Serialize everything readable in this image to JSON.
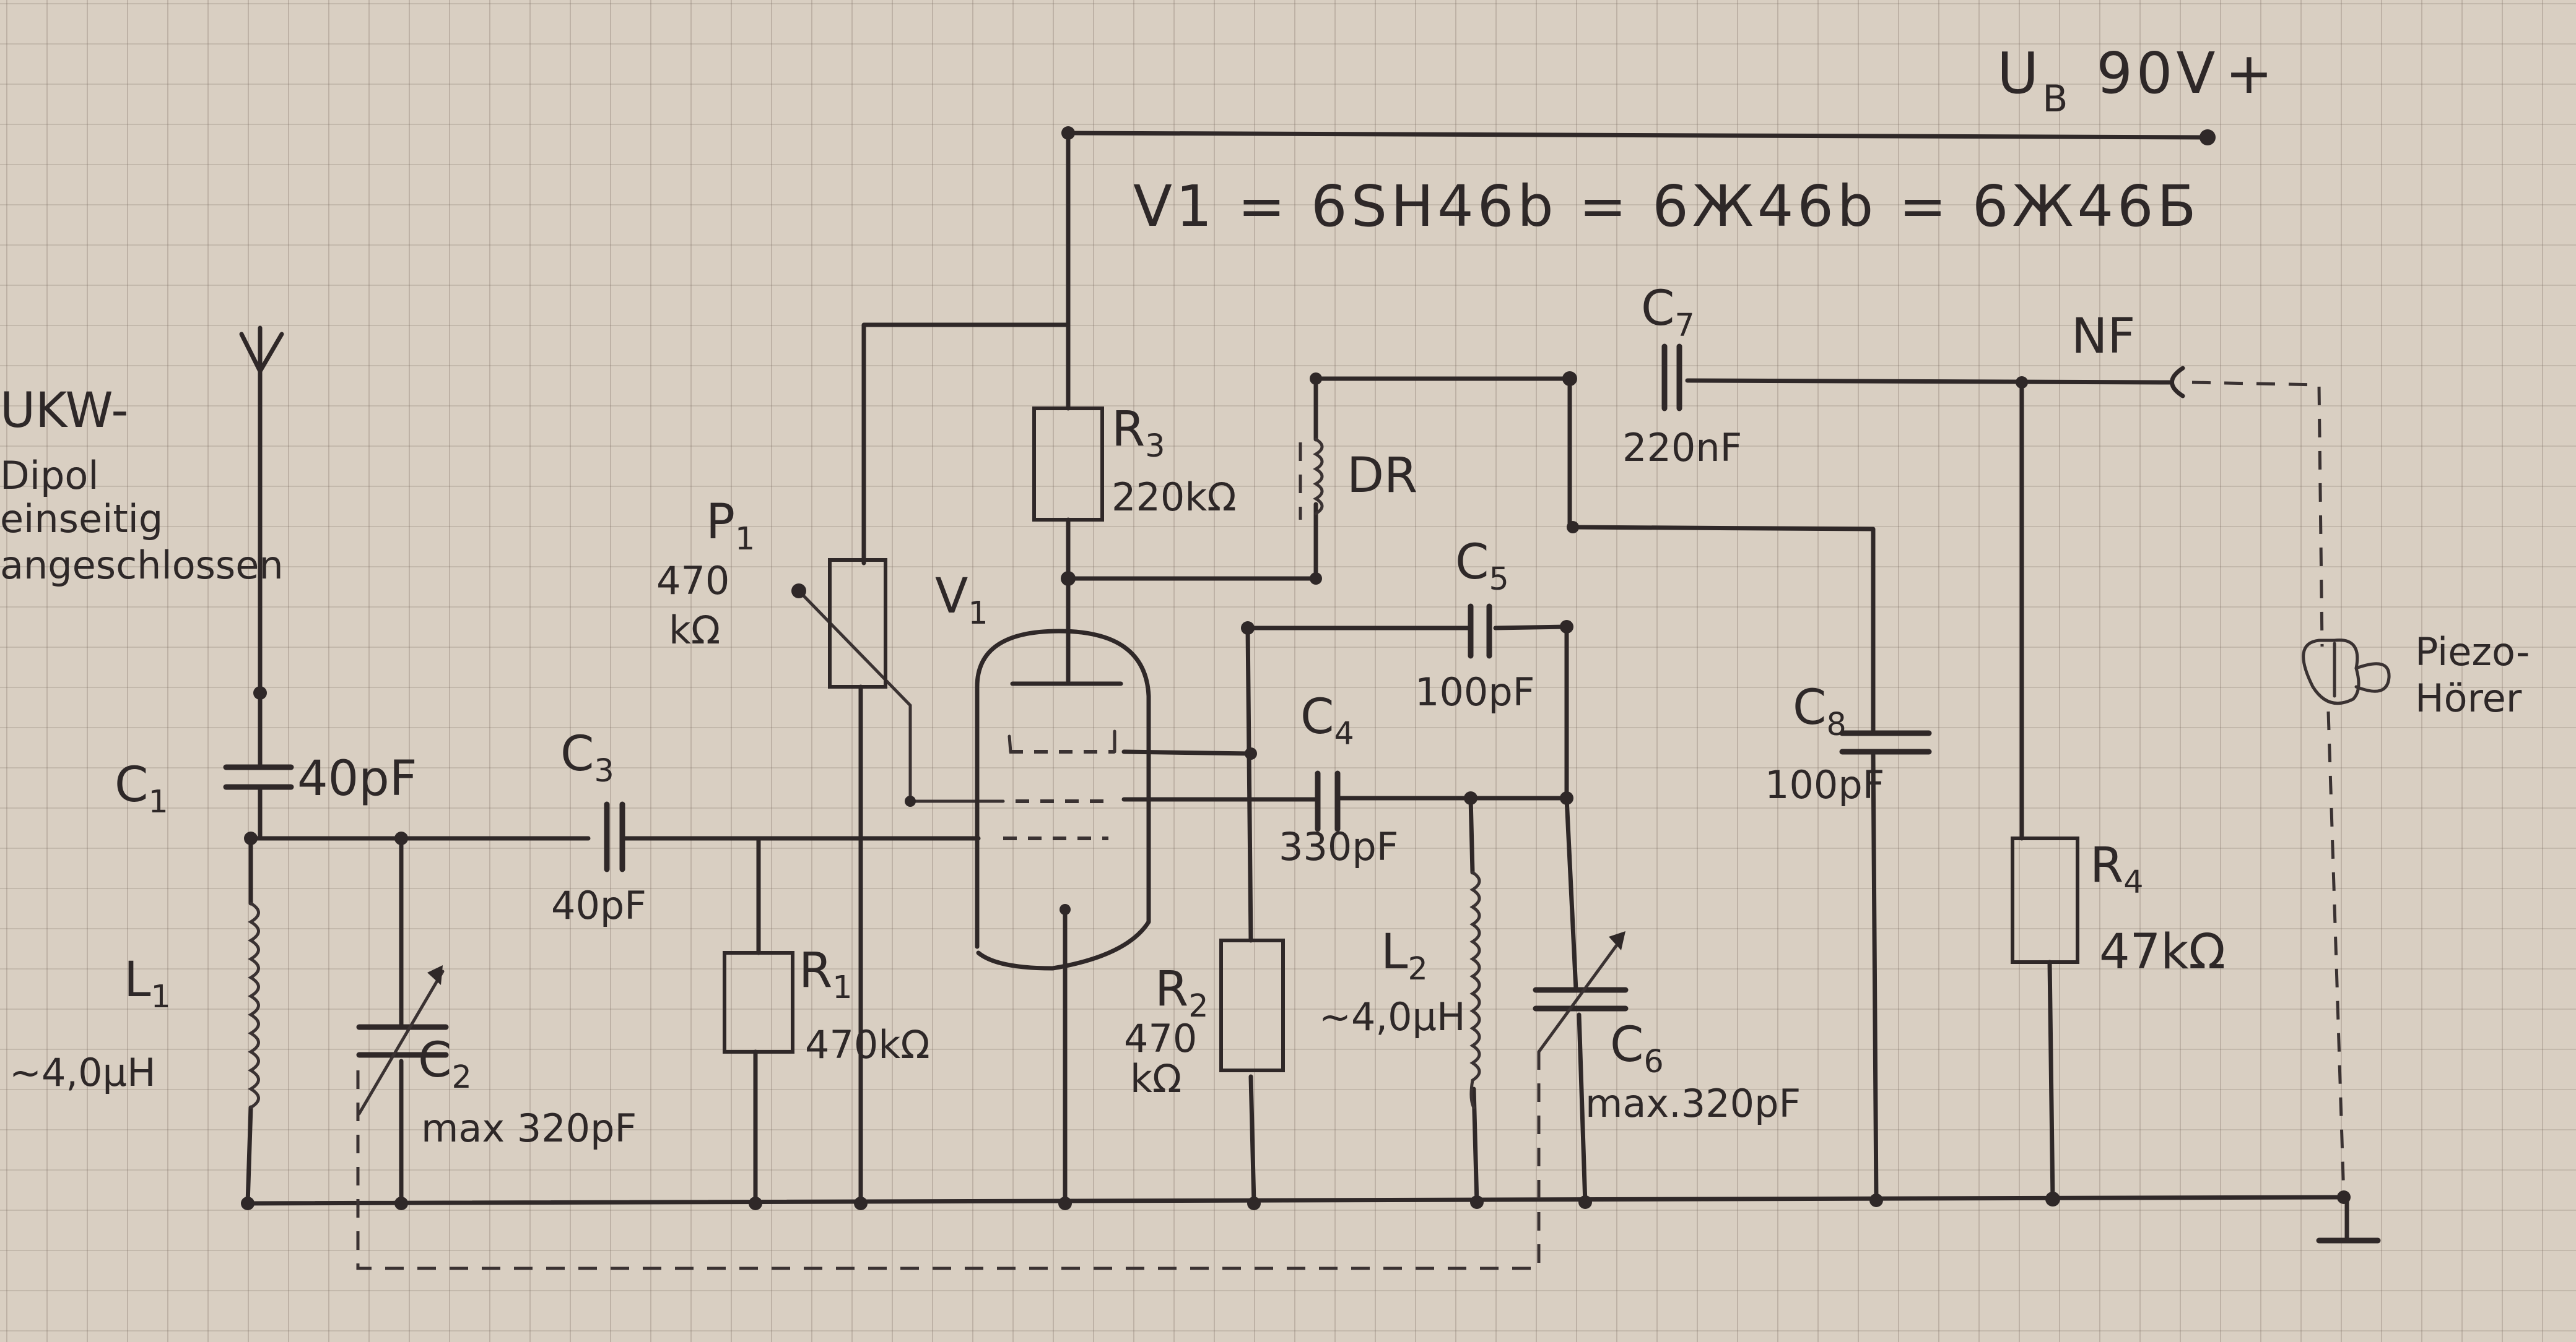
{
  "title": "UKW-Audion Schaltplan (handgezeichnet)",
  "supply": {
    "label": "U",
    "sub": "B",
    "value": "90V",
    "polarity": "+"
  },
  "tube": {
    "designator": "V",
    "designator_sub": "1",
    "type_line": "V1 = 6SH46b = 6Ж46b = 6Ж46Б"
  },
  "antenna": {
    "lines": [
      "UKW-",
      "Dipol",
      "einseitig",
      "angeschlossen"
    ]
  },
  "components": {
    "C1": {
      "name": "C",
      "sub": "1",
      "value": "40pF"
    },
    "C2": {
      "name": "C",
      "sub": "2",
      "value": "max 320pF",
      "variable": true
    },
    "C3": {
      "name": "C",
      "sub": "3",
      "value": "40pF"
    },
    "C4": {
      "name": "C",
      "sub": "4",
      "value": "330pF"
    },
    "C5": {
      "name": "C",
      "sub": "5",
      "value": "100pF"
    },
    "C6": {
      "name": "C",
      "sub": "6",
      "value": "max.320pF",
      "variable": true
    },
    "C7": {
      "name": "C",
      "sub": "7",
      "value": "220nF"
    },
    "C8": {
      "name": "C",
      "sub": "8",
      "value": "100pF"
    },
    "L1": {
      "name": "L",
      "sub": "1",
      "value": "~4,0µH"
    },
    "L2": {
      "name": "L",
      "sub": "2",
      "value": "~4,0µH"
    },
    "R1": {
      "name": "R",
      "sub": "1",
      "value": "470kΩ"
    },
    "R2": {
      "name": "R",
      "sub": "2",
      "value_line1": "470",
      "value_line2": "kΩ"
    },
    "R3": {
      "name": "R",
      "sub": "3",
      "value": "220kΩ"
    },
    "R4": {
      "name": "R",
      "sub": "4",
      "value": "47kΩ"
    },
    "P1": {
      "name": "P",
      "sub": "1",
      "value_line1": "470",
      "value_line2": "kΩ"
    },
    "DR": {
      "name": "DR"
    }
  },
  "output": {
    "label": "NF",
    "earphone_lines": [
      "Piezo-",
      "Hörer"
    ]
  },
  "colors": {
    "ink": "#2f2828",
    "paper": "#d9cfc2",
    "grid": "#7a6a60"
  }
}
